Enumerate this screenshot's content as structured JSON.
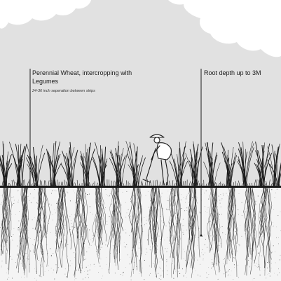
{
  "annotations": {
    "left": {
      "title": "Perennial Wheat, intercropping with Legumes",
      "subtitle": "24-36 inch seperation between strips"
    },
    "right": {
      "title": "Root depth up to 3M"
    }
  },
  "colors": {
    "sky": "#e1e1e1",
    "cloud": "#ffffff",
    "soil": "#f4f4f4",
    "ink": "#1a1a1a"
  }
}
